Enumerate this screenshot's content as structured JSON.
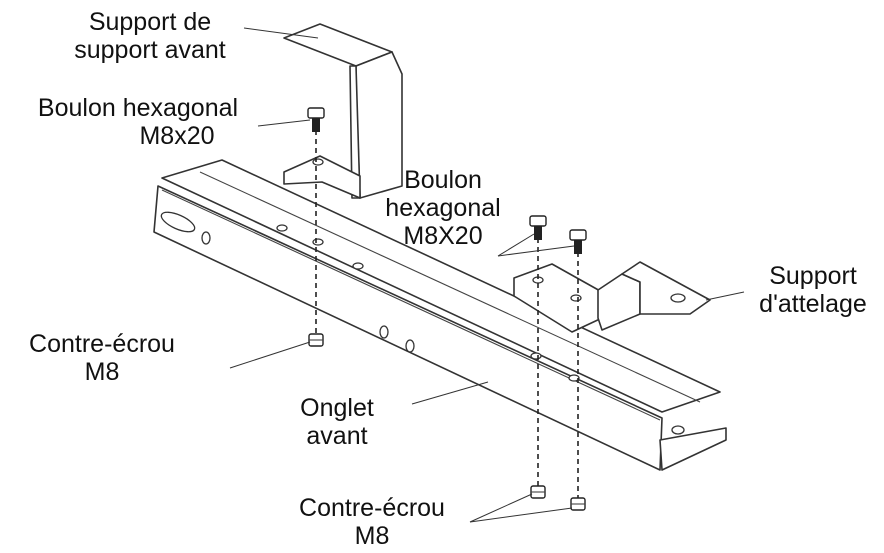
{
  "labels": {
    "front_bracket_support": [
      "Support de",
      "support avant"
    ],
    "hex_bolt_left": [
      "Boulon hexagonal",
      "M8x20"
    ],
    "hex_bolt_right": [
      "Boulon",
      "hexagonal",
      "M8X20"
    ],
    "hitch_support": [
      "Support",
      "d'attelage"
    ],
    "lock_nut_left": [
      "Contre-écrou",
      "M8"
    ],
    "front_tab": [
      "Onglet",
      "avant"
    ],
    "lock_nut_bottom": [
      "Contre-écrou",
      "M8"
    ]
  }
}
